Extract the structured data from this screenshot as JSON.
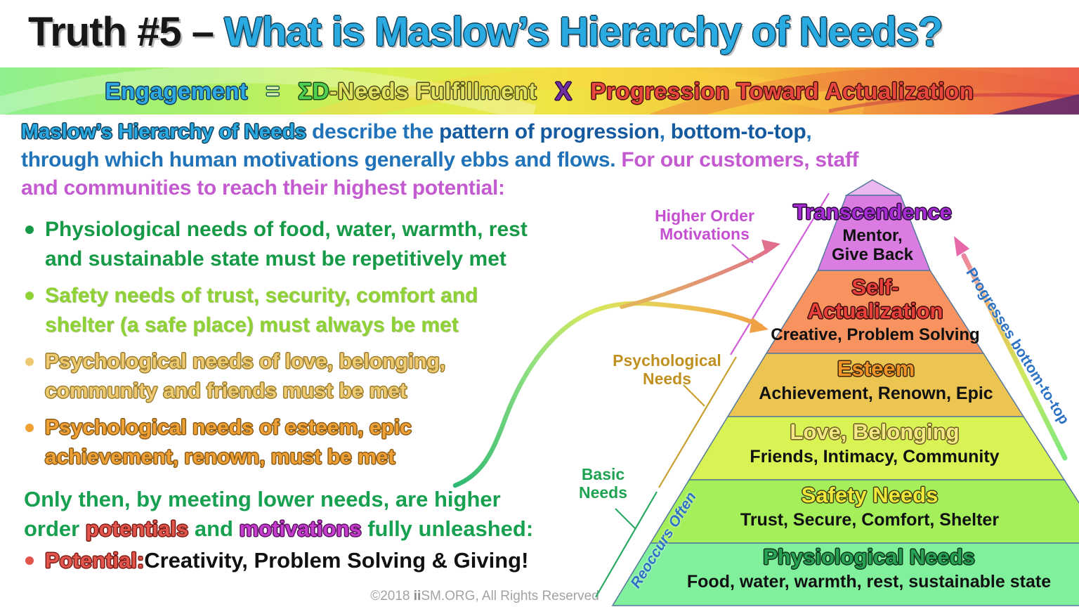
{
  "title": {
    "black": "Truth #5 – ",
    "blue": "What is Maslow’s Hierarchy of Needs?"
  },
  "banner": {
    "engagement": "Engagement",
    "equals": "=",
    "sigma": "ΣD",
    "needs_fulfillment": "-Needs Fulfillment",
    "x": "X",
    "progression": "Progression Toward Actualization"
  },
  "intro": {
    "lead": "Maslow’s Hierarchy of Needs",
    "plain1": " describe the ",
    "bold1": "pattern of progression",
    "plain2": ", ",
    "bold2": "bottom-to-top",
    "plain3": ",",
    "line2_blue": "through which human motivations generally ebbs and flows.",
    "line2_magenta": "  For our customers, staff",
    "line3_magenta": "and communities to reach their highest potential:"
  },
  "bullets": {
    "b1_line1": "Physiological needs of food, water, warmth, rest",
    "b1_line2": "and sustainable state must be repetitively met",
    "b2_line1": "Safety needs of trust, security, comfort and",
    "b2_line2": "shelter (a safe place) must always be met",
    "b3_line1": "Psychological needs of love, belonging,",
    "b3_line2": "community and friends must be met",
    "b4_line1": "Psychological needs of esteem, epic",
    "b4_line2": "achievement, renown, must be met"
  },
  "conclusion": {
    "line1": "Only then, by meeting lower needs, are higher",
    "order": "order ",
    "potentials": "potentials",
    "and": " and ",
    "motivations": "motivations",
    "rest": " fully unleashed:"
  },
  "potential": {
    "label": "Potential:",
    "text": " Creativity, Problem Solving & Giving!"
  },
  "copyright": {
    "prefix": "©2018 ",
    "brand_ii": "ii",
    "brand_rest": "SM.ORG,",
    "suffix": " All Rights Reserved"
  },
  "side_labels": {
    "higher_order_1": "Higher Order",
    "higher_order_2": "Motivations",
    "psychological_1": "Psychological",
    "psychological_2": "Needs",
    "basic_1": "Basic",
    "basic_2": "Needs",
    "reoccurs": "Reoccurs Often",
    "progresses": "Progresses bottom-to-top"
  },
  "pyramid": {
    "transcendence_title": "Transcendence",
    "transcendence_sub1": "Mentor,",
    "transcendence_sub2": "Give Back",
    "self_title1": "Self-",
    "self_title2": "Actualization",
    "self_sub": "Creative, Problem Solving",
    "esteem_title": "Esteem",
    "esteem_sub": "Achievement, Renown, Epic",
    "love_title": "Love, Belonging",
    "love_sub": "Friends, Intimacy, Community",
    "safety_title": "Safety Needs",
    "safety_sub": "Trust, Secure, Comfort, Shelter",
    "physio_title": "Physiological Needs",
    "physio_sub": "Food, water, warmth, rest, sustainable state"
  },
  "colors": {
    "title_blue": "#29ABE2",
    "level_transcendence": "#DB7CE3",
    "level_cap": "#EDB8EF",
    "level_self_actualization": "#F8935F",
    "level_esteem": "#ECC452",
    "level_love": "#D9F254",
    "level_safety": "#A5EF5B",
    "level_physiological": "#80F09D",
    "label_magenta": "#C44FD0",
    "label_gold": "#C09020",
    "label_green": "#1FA352",
    "rotated_blue": "#2D73C5"
  }
}
